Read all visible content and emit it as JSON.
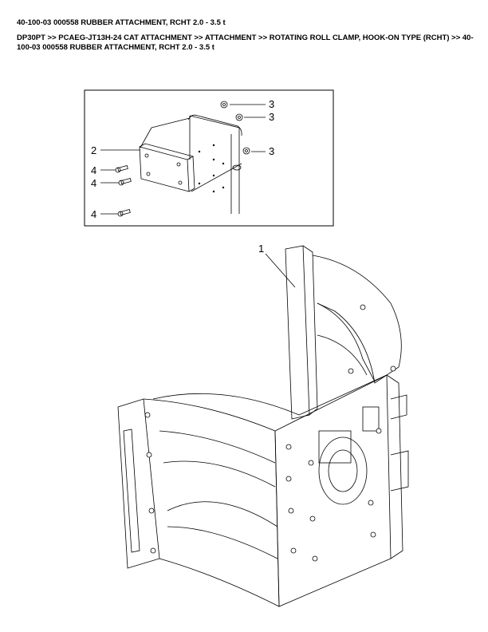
{
  "header": {
    "title": "40-100-03 000558 RUBBER ATTACHMENT, RCHT 2.0 - 3.5 t",
    "breadcrumb": [
      "DP30PT",
      "PCAEG-JT13H-24 CAT ATTACHMENT",
      "ATTACHMENT",
      "ROTATING ROLL CLAMP, HOOK-ON TYPE (RCHT)",
      "40-100-03 000558 RUBBER ATTACHMENT, RCHT 2.0 - 3.5 t"
    ],
    "separator": ">>"
  },
  "diagram": {
    "callouts": {
      "inset": [
        "3",
        "3",
        "3",
        "2",
        "4",
        "4",
        "4"
      ],
      "main": [
        "1"
      ]
    }
  }
}
